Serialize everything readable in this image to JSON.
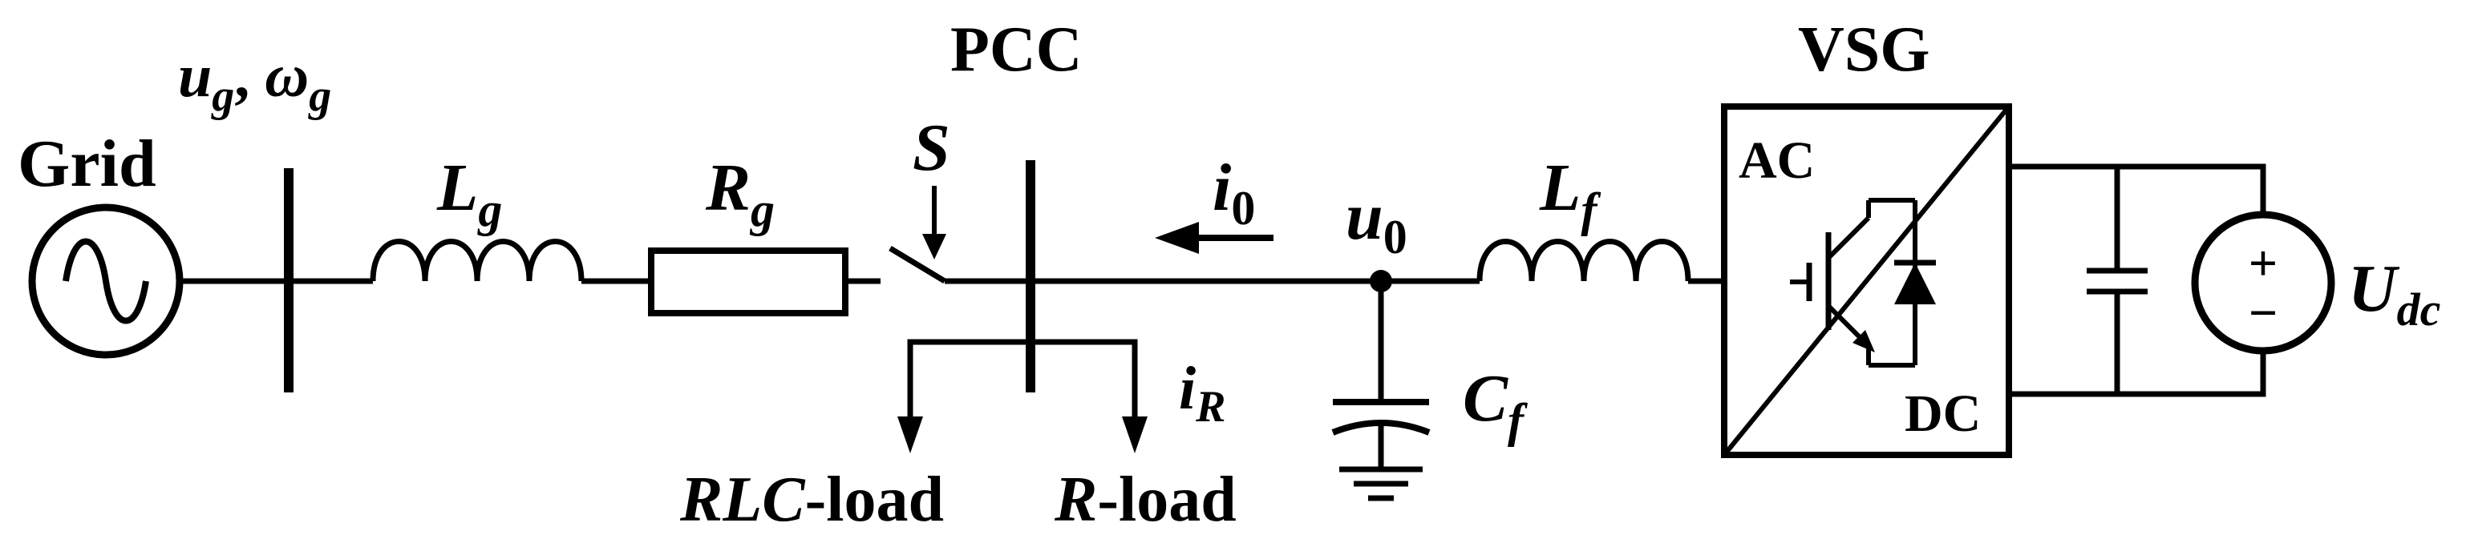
{
  "labels": {
    "grid": "Grid",
    "ug": "u",
    "ug_sub": "g",
    "ug_sep": ", ",
    "omega": "ω",
    "omega_sub": "g",
    "lg": "L",
    "lg_sub": "g",
    "rg": "R",
    "rg_sub": "g",
    "pcc": "PCC",
    "switch": "S",
    "i0": "i",
    "i0_sub": "0",
    "u0": "u",
    "u0_sub": "0",
    "lf": "L",
    "lf_sub": "f",
    "cf": "C",
    "cf_sub": "f",
    "ir": "i",
    "ir_sub": "R",
    "rlc_italic": "RLC",
    "rlc_suffix": "-load",
    "r_italic": "R",
    "r_suffix": "-load",
    "vsg": "VSG",
    "ac": "AC",
    "dc": "DC",
    "udc": "U",
    "udc_sub": "dc",
    "plus": "+",
    "minus": "−"
  }
}
